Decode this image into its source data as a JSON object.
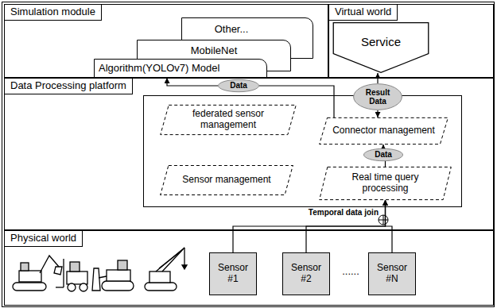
{
  "diagram": {
    "nodes": [
      {
        "text": [
          "Simulation module"
        ]
      },
      {
        "text": [
          "Other..."
        ],
        "in": 0
      },
      {
        "text": [
          "MobileNet"
        ],
        "in": 0
      },
      {
        "text": [
          "Algorithm(YOLOv7) Model"
        ],
        "in": 0
      },
      {
        "text": [
          "Virtual world"
        ]
      },
      {
        "text": [
          "Service"
        ],
        "in": 4
      },
      {
        "text": [
          "Data Processing platform"
        ]
      },
      {
        "text": [
          "federated sensor management"
        ],
        "in": 6
      },
      {
        "text": [
          "Sensor management"
        ],
        "in": 6
      },
      {
        "text": [
          "Connector management"
        ],
        "in": 6
      },
      {
        "text": [
          "Real time query processing"
        ],
        "in": 6
      },
      {
        "text": [
          "Result Data"
        ],
        "in": 6
      },
      {
        "text": [
          "Data"
        ],
        "in": 6
      },
      {
        "text": [
          "Data"
        ],
        "in": 6
      },
      {
        "text": [
          "Physical world"
        ]
      },
      {
        "text": [
          "Sensor #1"
        ],
        "in": 14
      },
      {
        "text": [
          "Sensor #2"
        ],
        "in": 14
      },
      {
        "text": [
          "Sensor #N"
        ],
        "in": 14
      }
    ],
    "edges": [
      {
        "from": 10,
        "to": 12,
        "arrow": "none"
      },
      {
        "from": 12,
        "to": 9,
        "arrow": "to"
      },
      {
        "from": 11,
        "to": 9,
        "arrow": "to"
      },
      {
        "from": 11,
        "to": 5,
        "arrow": "to"
      },
      {
        "from": 9,
        "to": 13,
        "arrow": "none"
      },
      {
        "from": 13,
        "to": 3,
        "arrow": "to"
      },
      {
        "from": 15,
        "to": 10,
        "arrow": "to"
      },
      {
        "from": 16,
        "to": 10,
        "arrow": "to"
      },
      {
        "from": 17,
        "to": 10,
        "arrow": "to"
      }
    ],
    "labels": [
      "Temporal data join",
      "......"
    ]
  }
}
